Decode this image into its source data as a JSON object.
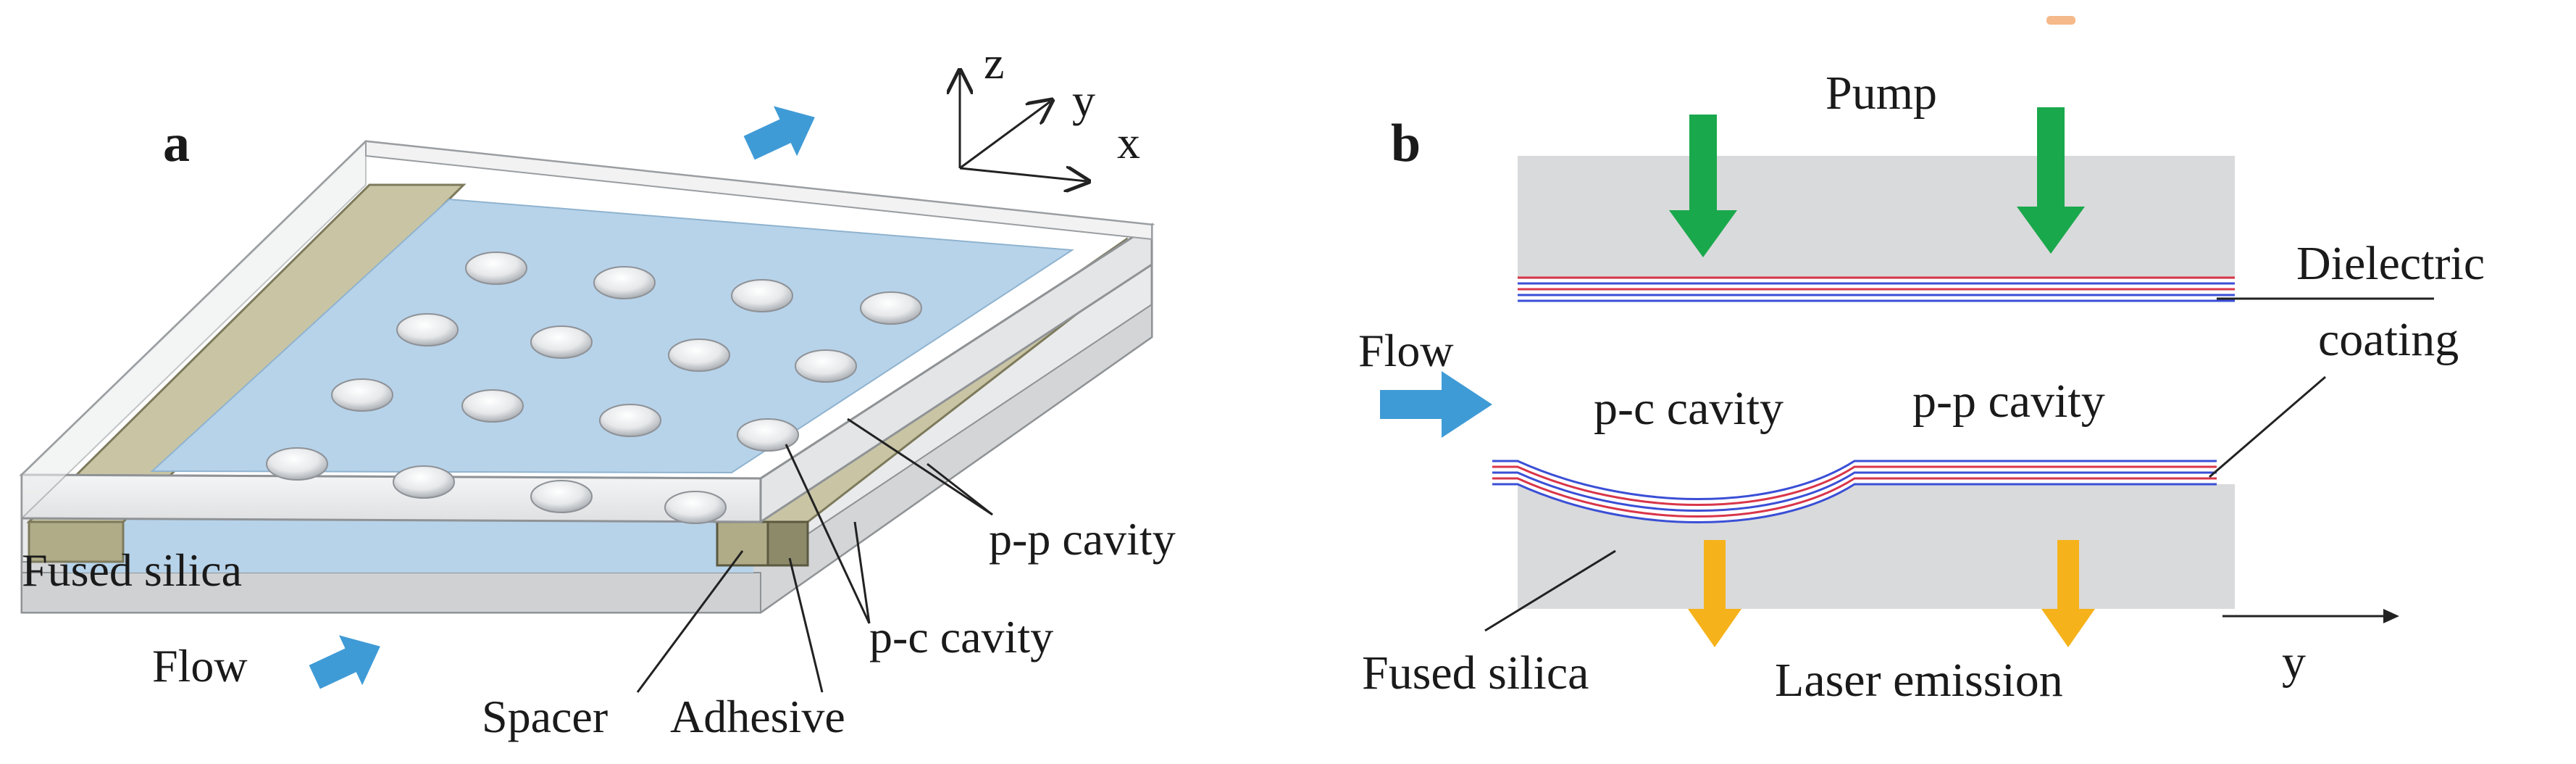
{
  "panel_a": {
    "letter": "a",
    "labels": {
      "fused_silica": "Fused silica",
      "flow": "Flow",
      "spacer": "Spacer",
      "adhesive": "Adhesive",
      "pp_cavity": "p-p cavity",
      "pc_cavity": "p-c cavity"
    },
    "axes": {
      "z": "z",
      "y": "y",
      "x": "x"
    },
    "dimple_rows": 4,
    "dimple_cols": 4
  },
  "panel_b": {
    "letter": "b",
    "labels": {
      "pump": "Pump",
      "dielectric": "Dielectric",
      "coating": "coating",
      "flow": "Flow",
      "pc_cavity": "p-c cavity",
      "pp_cavity": "p-p cavity",
      "fused_silica": "Fused silica",
      "laser_emission": "Laser emission",
      "y_axis": "y"
    }
  },
  "colors": {
    "glass_gray": "#d9dadb",
    "liquid_blue": "#b7d3ea",
    "spacer_olive": "#c9c5a4",
    "flow_arrow_blue": "#3f9bd6",
    "pump_green": "#1aa84c",
    "emission_orange": "#f5b21a",
    "coating_red": "#d9364a",
    "coating_blue": "#3a4fd6"
  }
}
